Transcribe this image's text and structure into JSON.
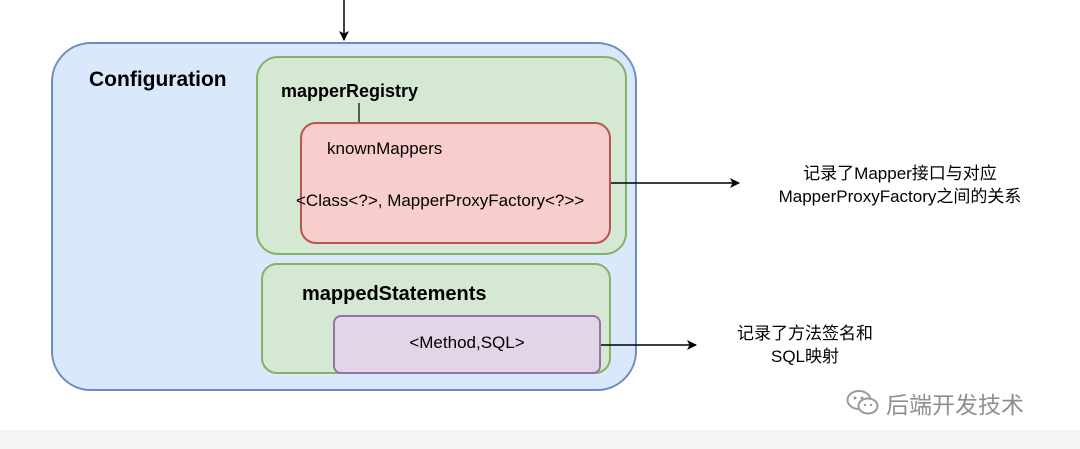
{
  "diagram": {
    "configuration": {
      "label": "Configuration"
    },
    "mapper_registry": {
      "label": "mapperRegistry",
      "known_mappers": {
        "label": "knownMappers",
        "type": "<Class<?>, MapperProxyFactory<?>>"
      }
    },
    "mapped_statements": {
      "label": "mappedStatements",
      "entry": "<Method,SQL>"
    },
    "notes": {
      "known_mappers_line1": "记录了Mapper接口与对应",
      "known_mappers_line2": "MapperProxyFactory之间的关系",
      "mapped_statements_line1": "记录了方法签名和",
      "mapped_statements_line2": "SQL映射"
    }
  },
  "watermark": {
    "icon": "wechat-icon",
    "text": "后端开发技术"
  },
  "colors": {
    "configuration_fill": "#dae8fc",
    "configuration_stroke": "#6c8ebf",
    "group_fill": "#d5e8d4",
    "group_stroke": "#82b366",
    "known_fill": "#f8cecc",
    "known_stroke": "#b85450",
    "method_fill": "#e1d5e7",
    "method_stroke": "#9673a6"
  }
}
